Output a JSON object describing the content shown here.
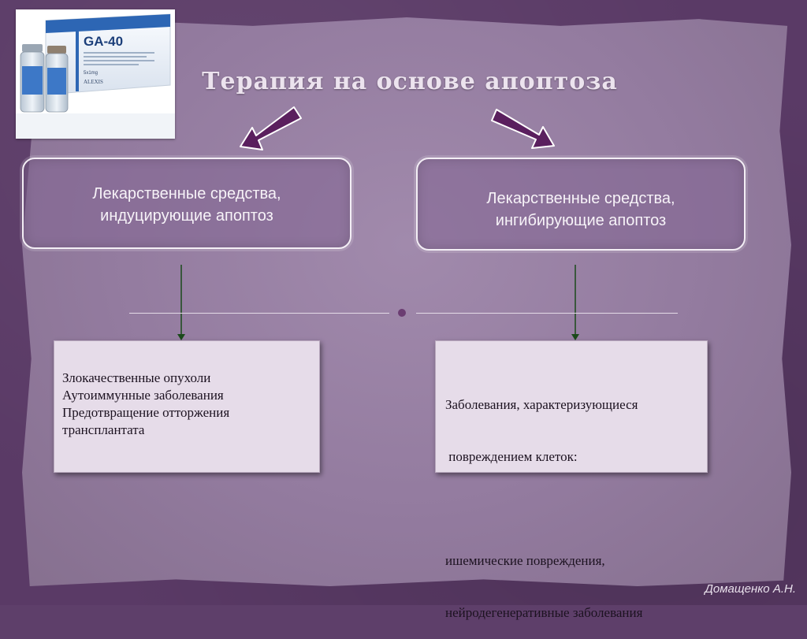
{
  "title": "Терапия на основе апоптоза",
  "product": {
    "brand": "GA-40",
    "dose": "5x1mg",
    "maker": "ALEXIS"
  },
  "left_branch": {
    "box_lines": [
      "Лекарственные средства,",
      "индуцирующие апоптоз"
    ],
    "result_lines": [
      "Злокачественные опухоли",
      "Аутоиммунные заболевания",
      "Предотвращение отторжения",
      "трансплантата"
    ]
  },
  "right_branch": {
    "box_lines": [
      "Лекарственные средства,",
      "ингибирующие апоптоз"
    ],
    "result_lines": [
      "Заболевания, характеризующиеся",
      " повреждением клеток:",
      "",
      "ишемические повреждения,",
      "нейродегенеративные заболевания"
    ]
  },
  "footer": "Домащенко А.Н.",
  "colors": {
    "arrow": "#5a1f5e",
    "arrow_outline": "#ffffff",
    "connector": "#1a4a1a"
  }
}
